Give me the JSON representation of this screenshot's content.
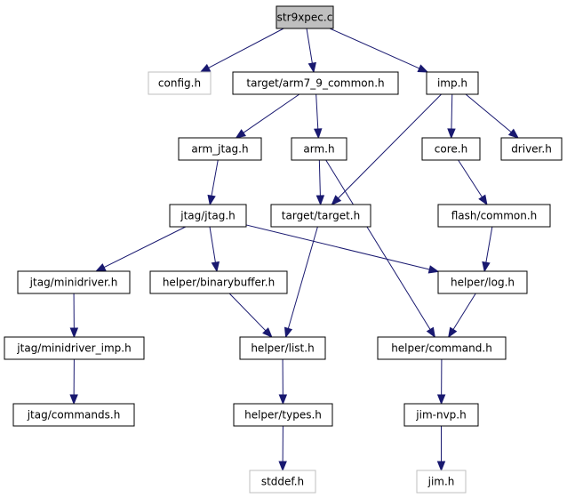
{
  "graph": {
    "nodes": [
      {
        "id": "str9xpec",
        "label": "str9xpec.c",
        "kind": "root"
      },
      {
        "id": "config",
        "label": "config.h",
        "kind": "external"
      },
      {
        "id": "arm7_9",
        "label": "target/arm7_9_common.h",
        "kind": "normal"
      },
      {
        "id": "imp",
        "label": "imp.h",
        "kind": "normal"
      },
      {
        "id": "arm_jtag",
        "label": "arm_jtag.h",
        "kind": "normal"
      },
      {
        "id": "arm",
        "label": "arm.h",
        "kind": "normal"
      },
      {
        "id": "core",
        "label": "core.h",
        "kind": "normal"
      },
      {
        "id": "driver",
        "label": "driver.h",
        "kind": "normal"
      },
      {
        "id": "jtag",
        "label": "jtag/jtag.h",
        "kind": "normal"
      },
      {
        "id": "target",
        "label": "target/target.h",
        "kind": "normal"
      },
      {
        "id": "flash_common",
        "label": "flash/common.h",
        "kind": "normal"
      },
      {
        "id": "minidriver",
        "label": "jtag/minidriver.h",
        "kind": "normal"
      },
      {
        "id": "binarybuffer",
        "label": "helper/binarybuffer.h",
        "kind": "normal"
      },
      {
        "id": "log",
        "label": "helper/log.h",
        "kind": "normal"
      },
      {
        "id": "minidriver_imp",
        "label": "jtag/minidriver_imp.h",
        "kind": "normal"
      },
      {
        "id": "list",
        "label": "helper/list.h",
        "kind": "normal"
      },
      {
        "id": "command",
        "label": "helper/command.h",
        "kind": "normal"
      },
      {
        "id": "commands",
        "label": "jtag/commands.h",
        "kind": "normal"
      },
      {
        "id": "types",
        "label": "helper/types.h",
        "kind": "normal"
      },
      {
        "id": "jimnvp",
        "label": "jim-nvp.h",
        "kind": "normal"
      },
      {
        "id": "stddef",
        "label": "stddef.h",
        "kind": "external"
      },
      {
        "id": "jim",
        "label": "jim.h",
        "kind": "external"
      }
    ],
    "edges": [
      {
        "from": "str9xpec",
        "to": "config"
      },
      {
        "from": "str9xpec",
        "to": "arm7_9"
      },
      {
        "from": "str9xpec",
        "to": "imp"
      },
      {
        "from": "arm7_9",
        "to": "arm_jtag"
      },
      {
        "from": "arm7_9",
        "to": "arm"
      },
      {
        "from": "imp",
        "to": "target"
      },
      {
        "from": "imp",
        "to": "core"
      },
      {
        "from": "imp",
        "to": "driver"
      },
      {
        "from": "arm_jtag",
        "to": "jtag"
      },
      {
        "from": "arm",
        "to": "target"
      },
      {
        "from": "arm",
        "to": "command"
      },
      {
        "from": "core",
        "to": "flash_common"
      },
      {
        "from": "jtag",
        "to": "minidriver"
      },
      {
        "from": "jtag",
        "to": "binarybuffer"
      },
      {
        "from": "jtag",
        "to": "log"
      },
      {
        "from": "target",
        "to": "list"
      },
      {
        "from": "flash_common",
        "to": "log"
      },
      {
        "from": "minidriver",
        "to": "minidriver_imp"
      },
      {
        "from": "binarybuffer",
        "to": "list"
      },
      {
        "from": "log",
        "to": "command"
      },
      {
        "from": "minidriver_imp",
        "to": "commands"
      },
      {
        "from": "list",
        "to": "types"
      },
      {
        "from": "command",
        "to": "jimnvp"
      },
      {
        "from": "types",
        "to": "stddef"
      },
      {
        "from": "jimnvp",
        "to": "jim"
      }
    ]
  }
}
